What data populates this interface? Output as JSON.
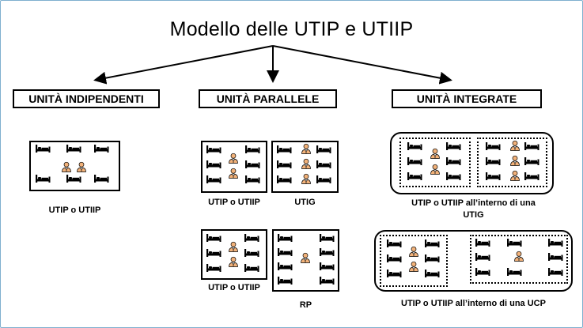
{
  "title": "Modello delle UTIP e UTIIP",
  "headings": {
    "independent": "UNITÀ INDIPENDENTI",
    "parallel": "UNITÀ PARALLELE",
    "integrated": "UNITÀ INTEGRATE"
  },
  "captions": {
    "independent_unit": "UTIP o UTIIP",
    "parallel_top_left": "UTIP o UTIIP",
    "parallel_top_right": "UTIG",
    "parallel_bottom_left": "UTIP o UTIIP",
    "parallel_bottom_right": "RP",
    "integrated_top_line1": "UTIP o UTIIP all’interno di una",
    "integrated_top_line2": "UTIG",
    "integrated_bottom": "UTIP o UTIIP all’interno di una UCP"
  },
  "icons": {
    "bed": "hospital-bed-icon",
    "staff": "nurse-icon"
  },
  "colors": {
    "frame": "#7fb0cf",
    "staff_skin": "#f2b27a",
    "ink": "#000000"
  }
}
